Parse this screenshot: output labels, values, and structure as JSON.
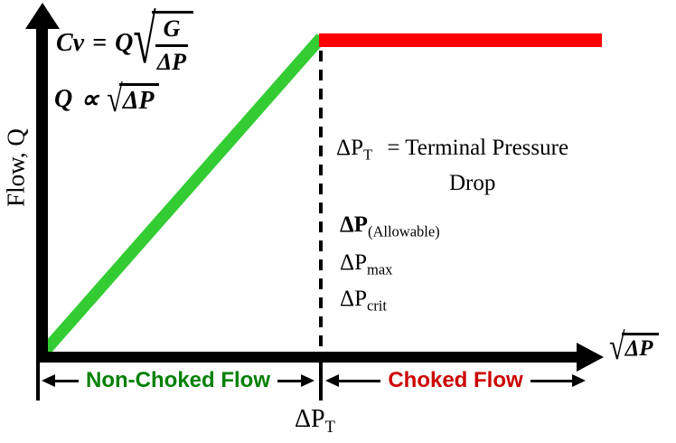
{
  "colors": {
    "line_green": "#33cc33",
    "text_green": "#008000",
    "bar_red": "#ff0000",
    "text_red": "#cc0000",
    "axis_black": "#000000"
  },
  "axes": {
    "y_label": "Flow, Q",
    "x_label": {
      "radical": "√",
      "radicand": "ΔP"
    },
    "x_tick": {
      "base": "ΔP",
      "sub": "T"
    }
  },
  "formulas": {
    "cv": {
      "lhs": "Cv",
      "equals": "=",
      "coeff": "Q",
      "radical": "√",
      "frac_num": "G",
      "frac_den": "ΔP"
    },
    "proportional": {
      "lhs": "Q",
      "symbol": "∝",
      "radical": "√",
      "radicand": "ΔP"
    }
  },
  "annotations": {
    "terminal": {
      "base": "ΔP",
      "sub": "T",
      "rhs": "= Terminal Pressure",
      "rhs_line2": "Drop"
    },
    "allowable": {
      "base": "ΔP",
      "sub": "(Allowable)"
    },
    "max": {
      "base": "ΔP",
      "sub": "max"
    },
    "crit": {
      "base": "ΔP",
      "sub": "crit"
    }
  },
  "regions": {
    "non_choked": "Non-Choked Flow",
    "choked": "Choked Flow"
  },
  "chart_data": {
    "type": "line",
    "xlabel": "√ΔP",
    "ylabel": "Flow, Q",
    "axis_style": "qualitative schematic, no numeric scale",
    "x_tick_labels": [
      "ΔP_T"
    ],
    "series": [
      {
        "name": "Non-Choked Flow",
        "color": "#33cc33",
        "style": "solid",
        "x": [
          0,
          0.52
        ],
        "y": [
          0,
          1
        ],
        "note": "linear rise, Q ∝ √ΔP"
      },
      {
        "name": "Choked Flow",
        "color": "#ff0000",
        "style": "solid",
        "x": [
          0.52,
          1.04
        ],
        "y": [
          1,
          1
        ],
        "note": "flow saturates above terminal pressure drop"
      }
    ],
    "vline": {
      "x": 0.52,
      "style": "dashed",
      "color": "#000000",
      "label": "ΔP_T"
    },
    "annotations": [
      "Cv = Q√(G/ΔP)",
      "Q ∝ √ΔP",
      "ΔP_T = Terminal Pressure Drop",
      "ΔP (Allowable)",
      "ΔP max",
      "ΔP crit"
    ],
    "region_labels": [
      {
        "label": "Non-Choked Flow",
        "x_range": [
          0,
          0.52
        ],
        "color": "#008000"
      },
      {
        "label": "Choked Flow",
        "x_range": [
          0.52,
          1
        ],
        "color": "#cc0000"
      }
    ],
    "legend": "none",
    "grid": false
  }
}
